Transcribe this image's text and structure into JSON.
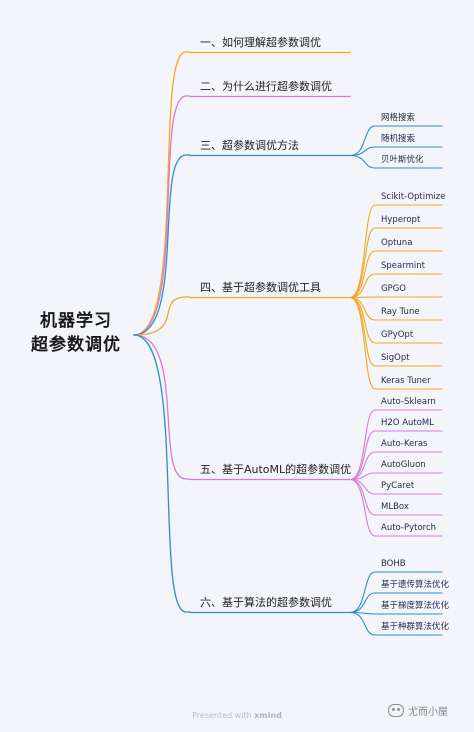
{
  "root": {
    "line1": "机器学习",
    "line2": "超参数调优"
  },
  "colors": {
    "orange": "#f5a623",
    "pink": "#d97ad8",
    "blue": "#2d8fc4",
    "background": "#f3f5fb"
  },
  "branches": [
    {
      "label": "一、如何理解超参数调优",
      "color": "orange",
      "children": []
    },
    {
      "label": "二、为什么进行超参数调优",
      "color": "pink",
      "children": []
    },
    {
      "label": "三、超参数调优方法",
      "color": "blue",
      "children": [
        "网格搜索",
        "随机搜索",
        "贝叶斯优化"
      ]
    },
    {
      "label": "四、基于超参数调优工具",
      "color": "orange",
      "children": [
        "Scikit-Optimize",
        "Hyperopt",
        "Optuna",
        "Spearmint",
        "GPGO",
        "Ray Tune",
        "GPyOpt",
        "SigOpt",
        "Keras Tuner"
      ]
    },
    {
      "label": "五、基于AutoML的超参数调优",
      "color": "pink",
      "children": [
        "Auto-Sklearn",
        "H2O AutoML",
        "Auto-Keras",
        "AutoGluon",
        "PyCaret",
        "MLBox",
        "Auto-Pytorch"
      ]
    },
    {
      "label": "六、基于算法的超参数调优",
      "color": "blue",
      "children": [
        "BOHB",
        "基于遗传算法优化",
        "基于梯度算法优化",
        "基于种群算法优化"
      ]
    }
  ],
  "footer": {
    "prefix": "Presented with",
    "brand": "xmind"
  },
  "watermark": {
    "text": "尤而小屋",
    "icon": "wechat-icon"
  }
}
